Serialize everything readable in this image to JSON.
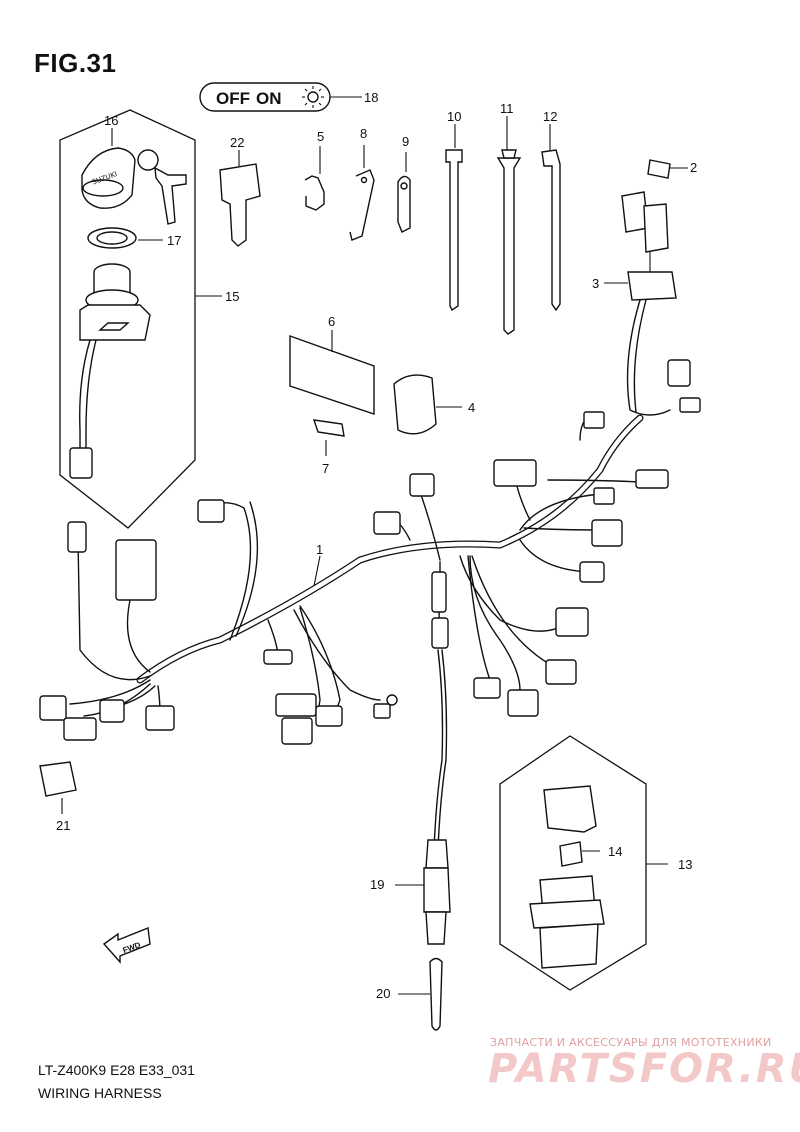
{
  "figure": {
    "title": "FIG.31",
    "model_code": "LT-Z400K9 E28 E33_031",
    "name": "WIRING HARNESS"
  },
  "switch_label": {
    "off": "OFF",
    "on": "ON"
  },
  "callouts": [
    {
      "id": "c1",
      "text": "1"
    },
    {
      "id": "c2",
      "text": "2"
    },
    {
      "id": "c3",
      "text": "3"
    },
    {
      "id": "c4",
      "text": "4"
    },
    {
      "id": "c5",
      "text": "5"
    },
    {
      "id": "c6",
      "text": "6"
    },
    {
      "id": "c7",
      "text": "7"
    },
    {
      "id": "c8",
      "text": "8"
    },
    {
      "id": "c9",
      "text": "9"
    },
    {
      "id": "c10",
      "text": "10"
    },
    {
      "id": "c11",
      "text": "11"
    },
    {
      "id": "c12",
      "text": "12"
    },
    {
      "id": "c13",
      "text": "13"
    },
    {
      "id": "c14",
      "text": "14"
    },
    {
      "id": "c15",
      "text": "15"
    },
    {
      "id": "c16",
      "text": "16"
    },
    {
      "id": "c17",
      "text": "17"
    },
    {
      "id": "c18",
      "text": "18"
    },
    {
      "id": "c19",
      "text": "19"
    },
    {
      "id": "c20",
      "text": "20"
    },
    {
      "id": "c21",
      "text": "21"
    },
    {
      "id": "c22",
      "text": "22"
    }
  ],
  "fwd_label": "FWD",
  "watermark": {
    "tagline": "ЗАПЧАСТИ И АКСЕССУАРЫ ДЛЯ МОТОТЕХНИКИ",
    "site": "PARTSFOR.RU"
  }
}
